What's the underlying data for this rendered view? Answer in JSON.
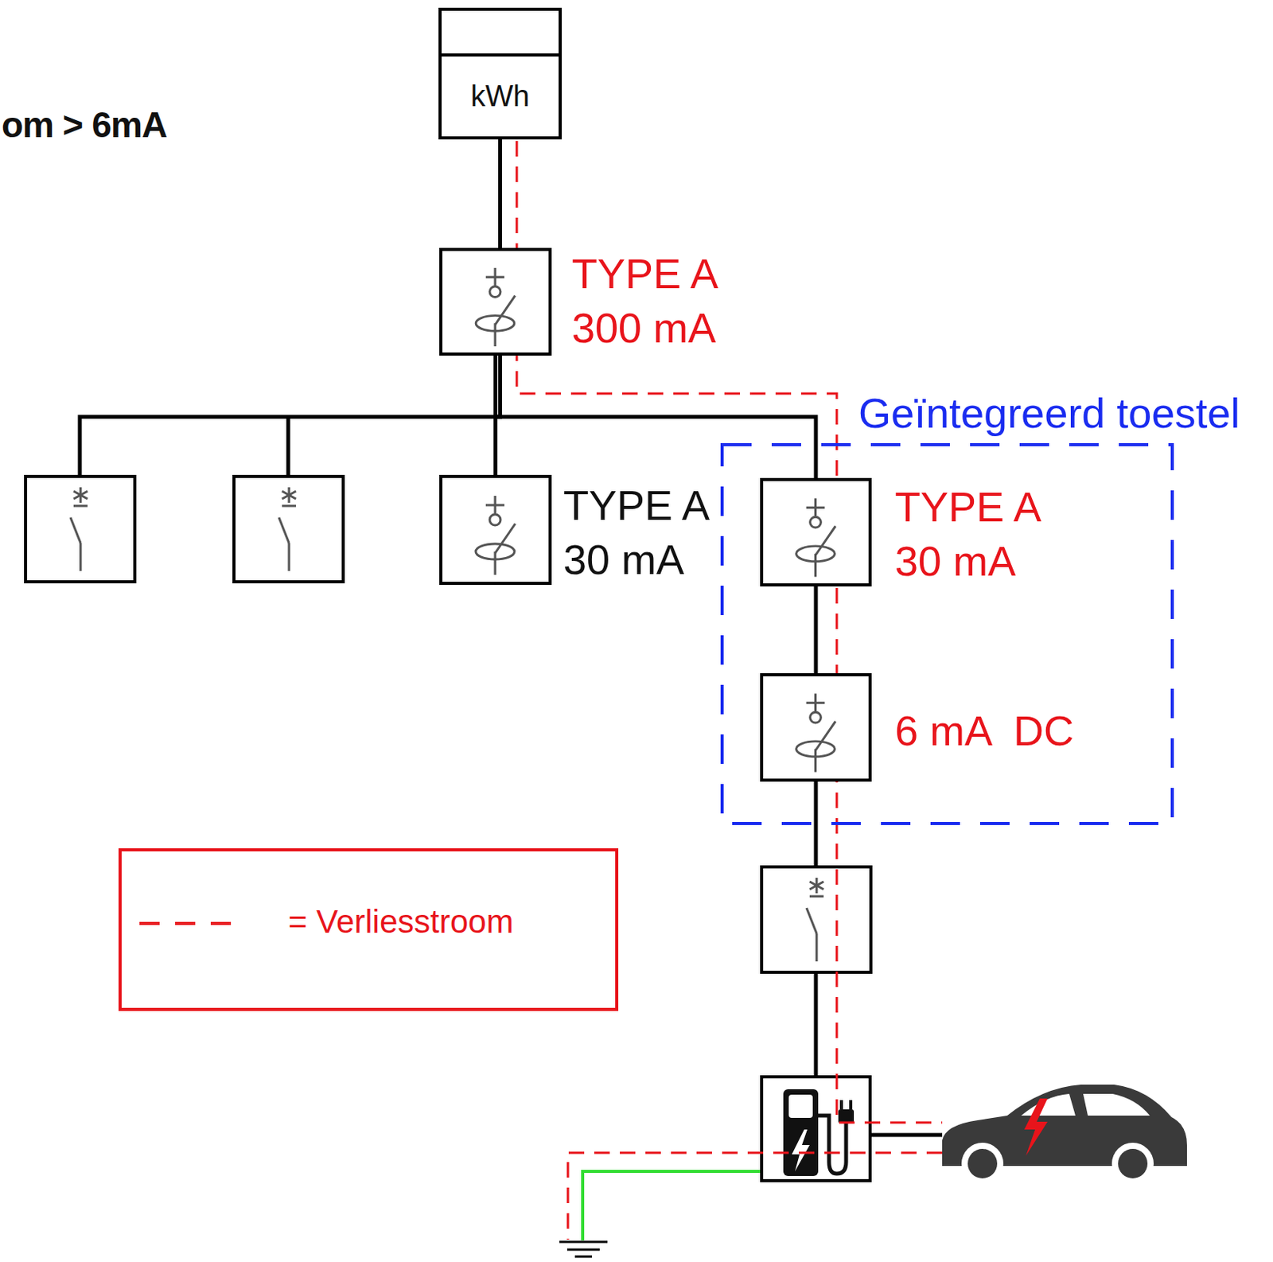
{
  "diagram": {
    "title": "om > 6mA",
    "nodes": [
      {
        "text": [
          "kWh"
        ]
      },
      {
        "text": [
          "TYPE A 300 mA"
        ]
      },
      {
        "text": [
          "TYPE A 30 mA"
        ]
      },
      {
        "text": [
          "Geïntegreerd toestel"
        ]
      },
      {
        "text": [
          "TYPE A 30 mA"
        ],
        "in": 3
      },
      {
        "text": [
          "6 mA  DC"
        ],
        "in": 3
      }
    ],
    "edges": [
      {
        "from": 0,
        "to": 1,
        "arrow": "none"
      },
      {
        "from": 1,
        "to": 2,
        "arrow": "none"
      },
      {
        "from": 1,
        "to": 4,
        "arrow": "none"
      },
      {
        "from": 4,
        "to": 5,
        "arrow": "none"
      }
    ],
    "labels": [],
    "legend": [
      {
        "text": "= Verliesstroom"
      }
    ]
  }
}
